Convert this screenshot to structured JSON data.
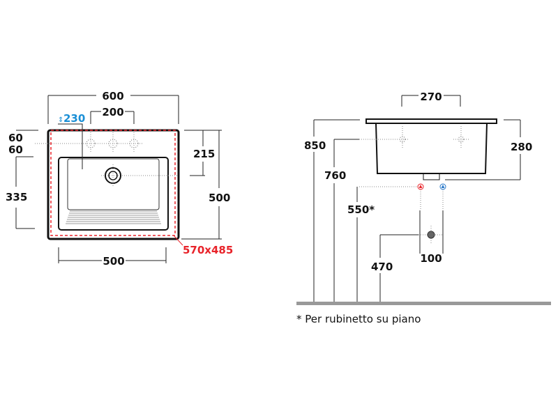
{
  "top_view": {
    "width_overall": "600",
    "tap_spacing": "200",
    "tap_offset": "230",
    "edge_to_tap": "60",
    "tap_to_bowl": "60",
    "bowl_depth": "335",
    "edge_to_drain": "215",
    "depth_overall": "500",
    "bowl_width": "500",
    "cutout": "570x485"
  },
  "side_view": {
    "tap_spacing": "270",
    "top_height": "850",
    "tap_height": "760",
    "supply_height": "550*",
    "drain_height": "470",
    "basin_height": "280",
    "supply_spacing": "100"
  },
  "footnote": "* Per rubinetto su piano",
  "colors": {
    "cutout": "#e8232a",
    "tap_offset": "#1a8fd6",
    "hot": "#e8232a",
    "cold": "#2a79c9",
    "floor": "#999999"
  }
}
